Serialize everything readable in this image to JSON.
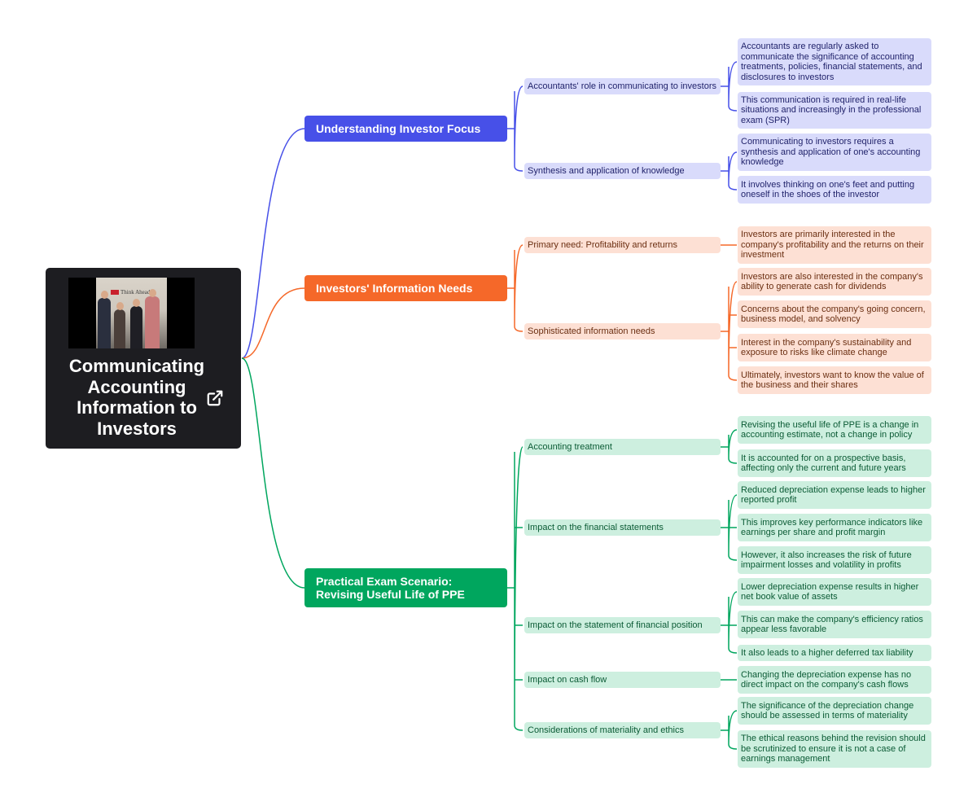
{
  "colors": {
    "blue": "#4750e8",
    "blue_light": "#d9dbfb",
    "blue_text": "#21236b",
    "orange": "#f56829",
    "orange_light": "#fde0d4",
    "orange_text": "#6b2f12",
    "green": "#00a65e",
    "green_light": "#cdefdf",
    "green_text": "#0b5b35",
    "root_bg": "#1d1d21"
  },
  "root": {
    "title": "Communicating Accounting Information to Investors",
    "image_sign_text": "Think Ahead",
    "link_icon": "external-link-icon"
  },
  "branches": [
    {
      "title": "Understanding Investor Focus",
      "children": [
        {
          "title": "Accountants' role in communicating to investors",
          "leaves": [
            "Accountants are regularly asked to communicate the significance of accounting treatments, policies, financial statements, and disclosures to investors",
            "This communication is required in real-life situations and increasingly in the professional exam (SPR)"
          ]
        },
        {
          "title": "Synthesis and application of knowledge",
          "leaves": [
            "Communicating to investors requires a synthesis and application of one's accounting knowledge",
            "It involves thinking on one's feet and putting oneself in the shoes of the investor"
          ]
        }
      ]
    },
    {
      "title": "Investors' Information Needs",
      "children": [
        {
          "title": "Primary need: Profitability and returns",
          "leaves": [
            "Investors are primarily interested in the company's profitability and the returns on their investment"
          ]
        },
        {
          "title": "Sophisticated information needs",
          "leaves": [
            "Investors are also interested in the company's ability to generate cash for dividends",
            "Concerns about the company's going concern, business model, and solvency",
            "Interest in the company's sustainability and exposure to risks like climate change",
            "Ultimately, investors want to know the value of the business and their shares"
          ]
        }
      ]
    },
    {
      "title": "Practical Exam Scenario: Revising Useful Life of PPE",
      "children": [
        {
          "title": "Accounting treatment",
          "leaves": [
            "Revising the useful life of PPE is a change in accounting estimate, not a change in policy",
            "It is accounted for on a prospective basis, affecting only the current and future years"
          ]
        },
        {
          "title": "Impact on the financial statements",
          "leaves": [
            "Reduced depreciation expense leads to higher reported profit",
            "This improves key performance indicators like earnings per share and profit margin",
            "However, it also increases the risk of future impairment losses and volatility in profits"
          ]
        },
        {
          "title": "Impact on the statement of financial position",
          "leaves": [
            "Lower depreciation expense results in higher net book value of assets",
            "This can make the company's efficiency ratios appear less favorable",
            "It also leads to a higher deferred tax liability"
          ]
        },
        {
          "title": "Impact on cash flow",
          "leaves": [
            "Changing the depreciation expense has no direct impact on the company's cash flows"
          ]
        },
        {
          "title": "Considerations of materiality and ethics",
          "leaves": [
            "The significance of the depreciation change should be assessed in terms of materiality",
            "The ethical reasons behind the revision should be scrutinized to ensure it is not a case of earnings management"
          ]
        }
      ]
    }
  ]
}
